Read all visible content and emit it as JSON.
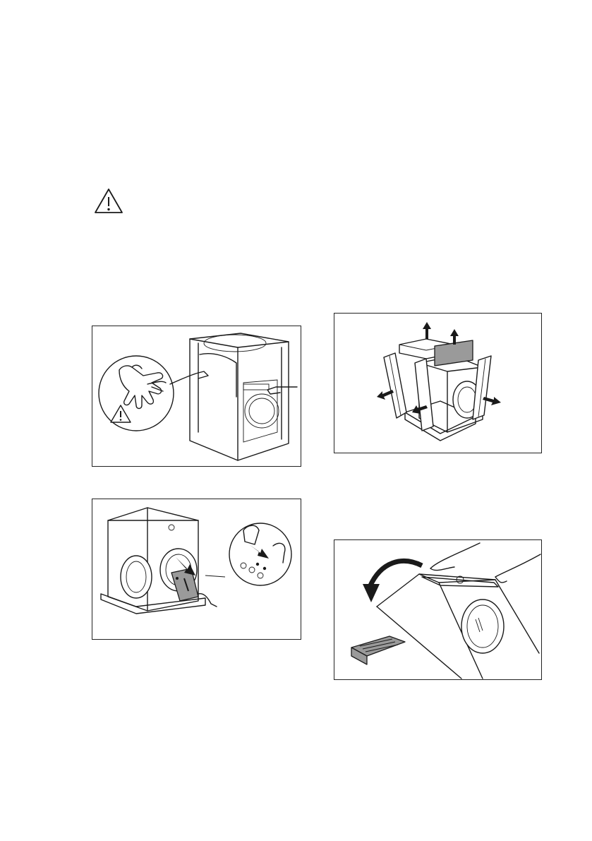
{
  "page": {
    "background": "#ffffff",
    "line_color": "#1a1a1a",
    "fill_gray": "#9a9a9a"
  },
  "warning": {
    "icon": "warning-triangle-icon"
  },
  "figures": [
    {
      "id": "fig1",
      "icon": "remove-packaging-film-icon"
    },
    {
      "id": "fig2",
      "icon": "remove-polystyrene-and-bag-icon"
    },
    {
      "id": "fig3",
      "icon": "remove-packaging-corners-icon"
    },
    {
      "id": "fig4",
      "icon": "tilt-appliance-icon"
    }
  ]
}
